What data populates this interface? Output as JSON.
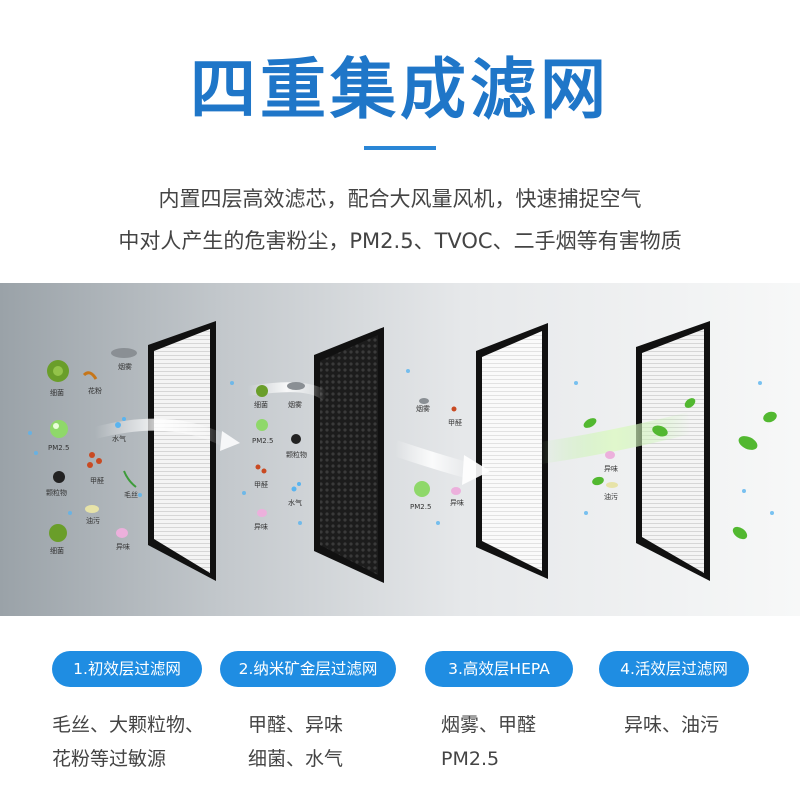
{
  "title": "四重集成滤网",
  "description": {
    "line1": "内置四层高效滤芯，配合大风量风机，快速捕捉空气",
    "line2": "中对人产生的危害粉尘，PM2.5、TVOC、二手烟等有害物质"
  },
  "scene": {
    "group1": {
      "bacteria1": "细菌",
      "smoke": "烟雾",
      "pollen": "花粉",
      "pm25": "PM2.5",
      "water": "水气",
      "formaldehyde": "甲醛",
      "particles": "颗粒物",
      "hair": "毛丝",
      "bacteria2": "细菌",
      "oil": "油污",
      "odor": "异味"
    },
    "group2": {
      "bacteria": "细菌",
      "smoke": "烟雾",
      "pm25": "PM2.5",
      "particles": "颗粒物",
      "formaldehyde": "甲醛",
      "water": "水气",
      "odor": "异味"
    },
    "group3": {
      "smoke": "烟雾",
      "formaldehyde": "甲醛",
      "pm25": "PM2.5",
      "odor": "异味"
    },
    "group4": {
      "odor": "异味",
      "oil": "油污"
    },
    "colors": {
      "accent": "#1f8de2",
      "title": "#1f76c8"
    }
  },
  "layers": [
    {
      "label": "1.初效层过滤网",
      "items": [
        "毛丝、大颗粒物、",
        "花粉等过敏源"
      ]
    },
    {
      "label": "2.纳米矿金层过滤网",
      "items": [
        "甲醛、异味",
        "细菌、水气"
      ]
    },
    {
      "label": "3.高效层HEPA",
      "items": [
        "烟雾、甲醛",
        "PM2.5"
      ]
    },
    {
      "label": "4.活效层过滤网",
      "items": [
        "异味、油污"
      ]
    }
  ]
}
